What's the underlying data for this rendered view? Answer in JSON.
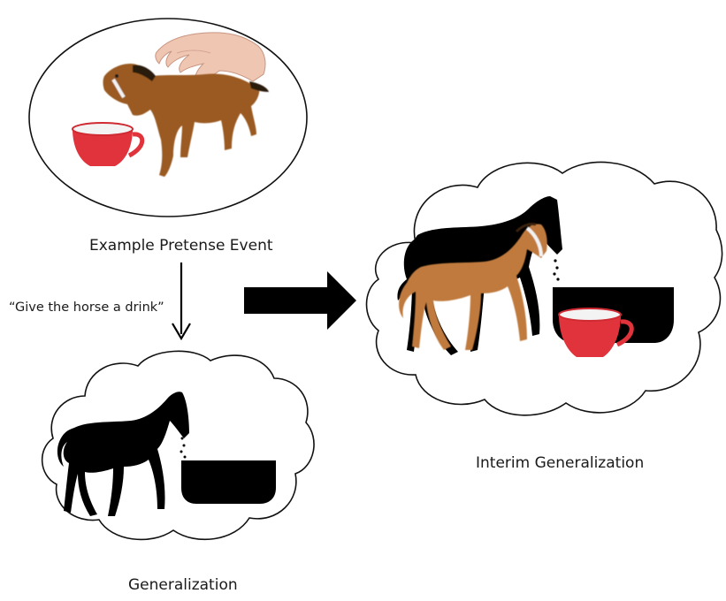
{
  "labels": {
    "example": "Example Pretense Event",
    "instruction": "“Give the horse a drink”",
    "interim": "Interim Generalization",
    "generalization": "Generalization"
  },
  "colors": {
    "horse_brown": "#9a5a22",
    "horse_brown_light": "#c07a3c",
    "cup_red": "#e0333c",
    "silhouette": "#000000",
    "hand_skin": "#eec3ae"
  }
}
